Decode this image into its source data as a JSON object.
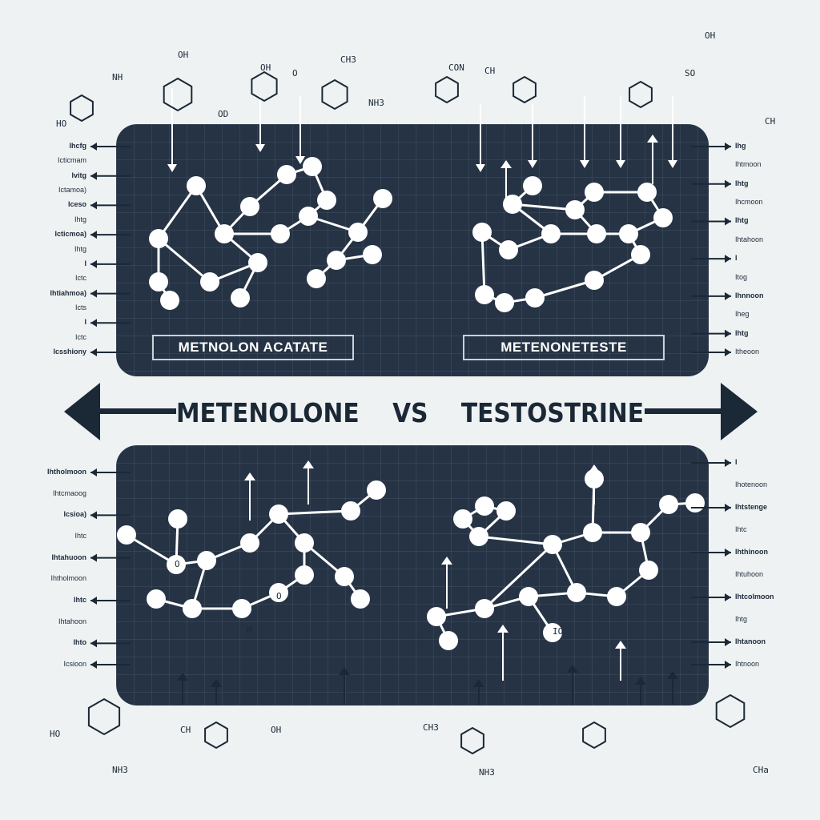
{
  "title": {
    "left": "METENOLONE",
    "middle": "VS",
    "right": "TESTOSTRINE"
  },
  "panels": {
    "top_left_name": "METNOLON ACATATE",
    "top_right_name": "METENONETESTE"
  },
  "atom_labels": {
    "top": [
      "OH",
      "HO",
      "NH",
      "NH3",
      "OH",
      "O",
      "CH3",
      "CON",
      "CH",
      "OH",
      "SO",
      "CH",
      "OD"
    ],
    "bottom": [
      "O",
      "H",
      "O",
      "IO",
      "HO",
      "NH3",
      "CH",
      "OH",
      "CH3",
      "NH3",
      "CHa"
    ]
  },
  "side_labels": {
    "left_top": [
      "Ihcfg",
      "Icticmam",
      "Ivitg",
      "Ictamoa)",
      "Iceso",
      "Ihtg",
      "Icticmoa)",
      "Ihtg",
      "I",
      "Ictc",
      "Ihtiahmoa)",
      "Icts",
      "I",
      "Ictc",
      "Icsshiony"
    ],
    "right_top": [
      "Ihg",
      "Ihtmoon",
      "Ihtg",
      "Ihcmoon",
      "Ihtg",
      "Ihtahoon",
      "I",
      "Itog",
      "Ihnnoon",
      "Iheg",
      "Ihtg",
      "Itheoon"
    ],
    "left_bottom": [
      "Ihtholmoon",
      "Ihtcmaoog",
      "Icsioa)",
      "Ihtc",
      "Ihtahuoon",
      "Ihtholmoon",
      "Ihtc",
      "Ihtahoon",
      "Ihto",
      "Icsioon"
    ],
    "right_bottom": [
      "I",
      "Ihotenoon",
      "Ihtstenge",
      "Ihtc",
      "Ihthinoon",
      "Ihtuhoon",
      "Ihtcolmoon",
      "Ihtg",
      "Ihtanoon",
      "Ihtnoon"
    ]
  },
  "colors": {
    "panel": "#253345",
    "background": "#eef2f3",
    "ink": "#1b2836",
    "atom": "#ffffff"
  }
}
